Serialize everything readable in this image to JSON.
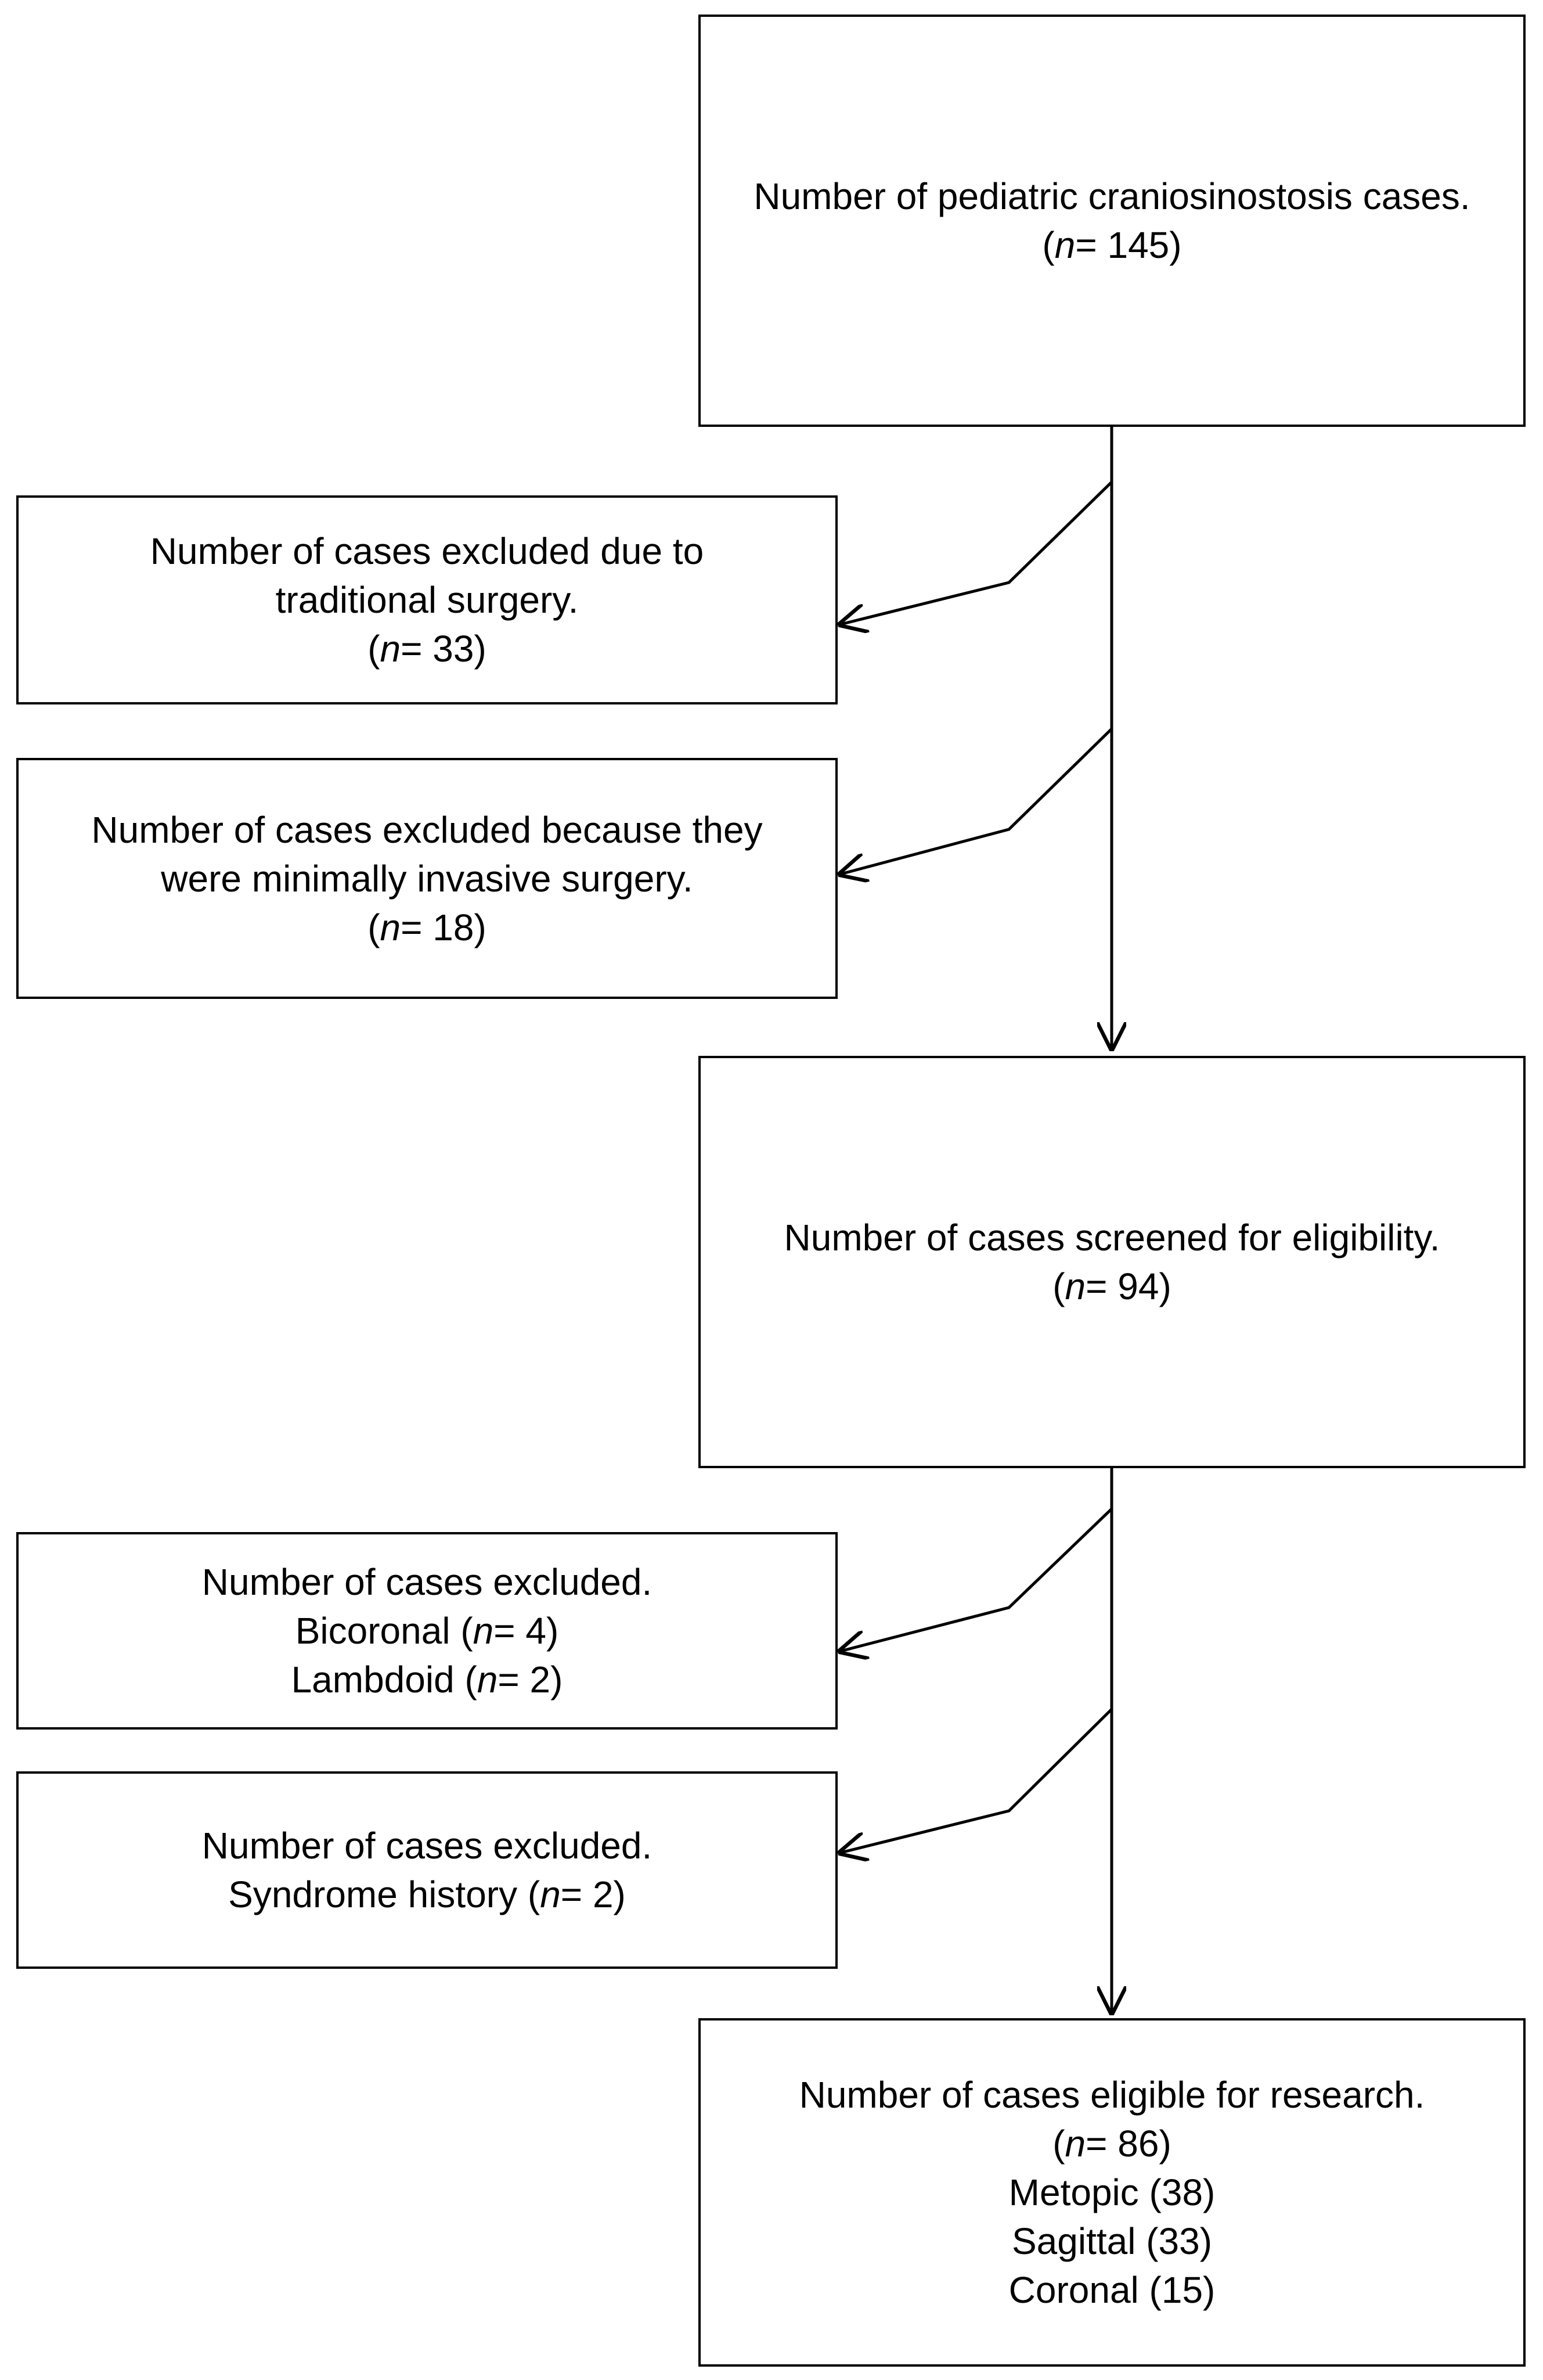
{
  "boxes": {
    "total": {
      "label": "Number of pediatric craniosinostosis cases.",
      "n_prefix": "(",
      "n_symbol": "n",
      "n_value": "= 145)"
    },
    "excluded_traditional": {
      "line1": "Number of cases excluded due to",
      "line2": "traditional surgery.",
      "n_prefix": "(",
      "n_symbol": "n",
      "n_value": "= 33)"
    },
    "excluded_minimally_invasive": {
      "line1": "Number of cases excluded because they",
      "line2": "were minimally invasive surgery.",
      "n_prefix": "(",
      "n_symbol": "n",
      "n_value": "= 18)"
    },
    "screened": {
      "label": "Number of cases screened for eligibility.",
      "n_prefix": "(",
      "n_symbol": "n",
      "n_value": "= 94)"
    },
    "excluded_types": {
      "label": "Number of cases excluded.",
      "item1_prefix": "Bicoronal (",
      "item1_symbol": "n",
      "item1_value": "= 4)",
      "item2_prefix": "Lambdoid (",
      "item2_symbol": "n",
      "item2_value": "= 2)"
    },
    "excluded_syndrome": {
      "label": "Number of cases excluded.",
      "item1_prefix": "Syndrome history (",
      "item1_symbol": "n",
      "item1_value": "= 2)"
    },
    "eligible": {
      "label": "Number of cases eligible for research.",
      "n_prefix": "(",
      "n_symbol": "n",
      "n_value": "= 86)",
      "item1": "Metopic (38)",
      "item2": "Sagittal (33)",
      "item3": "Coronal (15)"
    }
  },
  "colors": {
    "stroke": "#000000",
    "background": "#ffffff"
  }
}
